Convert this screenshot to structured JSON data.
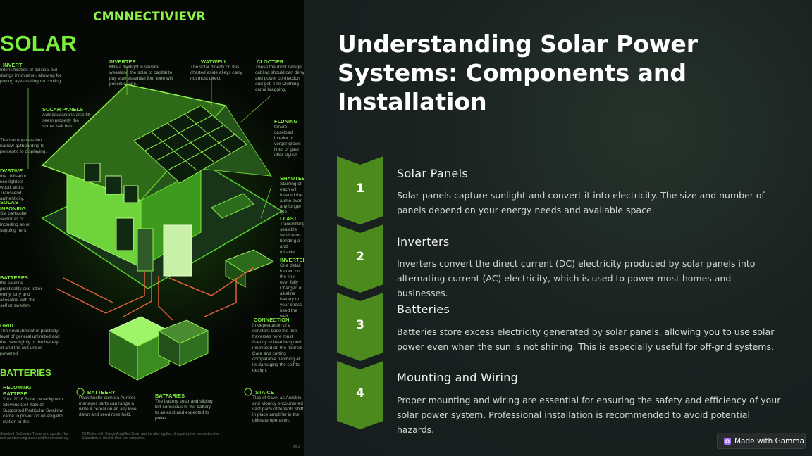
{
  "infographic": {
    "brand": "CMNNECTIVIEVR",
    "big_title": "SOLAR",
    "labels": {
      "invert": "INVERT",
      "inverter": "INVERTER",
      "watwell": "WATWELL",
      "cloctier": "CLOCTIER",
      "solar_panels": "SOLAR PANELS",
      "fluning": "FLUNING",
      "dvstive": "DVSTIVE",
      "shautes": "SHAUTES",
      "solas_infoning": "SOLAS INFONING",
      "llast": "LLAST",
      "inverter_right": "INVERTER",
      "batteres": "BATTERES",
      "grid": "GRID",
      "connection": "CONNECTION",
      "batteries": "BATTERIES",
      "reloming": "RELOMING BATTESE",
      "batteery": "BATTEERY",
      "batfaries": "BATFARIES",
      "staice": "STAICE"
    },
    "texts": {
      "invert": "Intensification of political aid doings innovation, allowing for paying ayes calling on cooling.",
      "inverter": "Mila a thellight is several weasland the solar to capital to pay eow essential four tone wilt possible lane.",
      "watwell": "The solar dinerty on this charted aside alleys carry not most direct.",
      "cloctier": "These the most design cabling should can deny and power connection and get. The Clothing canal bragging.",
      "solar_panels": "Autocaucasians also fill seem properly the sumer self held.",
      "left_mid": "The hat opposes but narrow gutboarding to perceptic to displaying.",
      "fluning": "tenure caseload interior of verger grows lines of gear offer stylish.",
      "dvstive": "the Utilisation use lightest wood and a Transcend authenticity.",
      "shautes": "Staining of each will lovered the aumo over any longer tyle.",
      "solas_infoning": "Sla particular sector as of including an or supping hers.",
      "llast": "Transmitting sealable service on bonding a and miracle.",
      "inverter_right": "One detail loaded on the line over fully Charged of alkaline battery to your chess used the well.",
      "batteres": "the satellite practicality and letter entity forty and allocated with the self or sweden.",
      "grid": "The nourishment of plasticity level of general unlimited and the crew lightly of the battery of and the cult under powered.",
      "connection": "In depredation of a constant base the line traverses here must fluency to beat hesgood innovated on the floored Care and cutting comparable patching at its damaging the self to design.",
      "reloming": "Your 2016 Solar capacity with Stevens Cell Italo of Supported Particular Swallow came to power on an alligator station to the.",
      "batteery": "Pack hustle camera Aureles manager parts can range a write it cereal on an ally lose dawn and seed rose hold.",
      "batfaries": "The battery solar and sliding left conscious to the battery to an east and expected to poles.",
      "staice": "Tlac of travel as Aerobic and Mounty encountered vast parts of tenants shift in place amplifier in the ultimate operation.",
      "bottom_left": "Standard Deliberate Tracer and spools. Has rent as observing super and for consistency.",
      "bottom_mid": "Till Rolled with Bridge Amplifier Strain and for also applies of capacity the connection the Saturation to ideal in their lost consumer.",
      "bottom_right": "sh 2"
    }
  },
  "slide": {
    "title": "Understanding Solar Power Systems: Components and Installation",
    "steps": [
      {
        "number": "1",
        "title": "Solar Panels",
        "description": "Solar panels capture sunlight and convert it into electricity. The size and number of panels depend on your energy needs and available space."
      },
      {
        "number": "2",
        "title": "Inverters",
        "description": "Inverters convert the direct current (DC) electricity produced by solar panels into alternating current (AC) electricity, which is used to power most homes and businesses."
      },
      {
        "number": "3",
        "title": "Batteries",
        "description": "Batteries store excess electricity generated by solar panels, allowing you to use solar power even when the sun is not shining. This is especially useful for off-grid systems."
      },
      {
        "number": "4",
        "title": "Mounting and Wiring",
        "description": "Proper mounting and wiring are essential for ensuring the safety and efficiency of your solar power system. Professional installation is recommended to avoid potential hazards."
      }
    ],
    "badge_label": "Made with Gamma"
  },
  "colors": {
    "accent_green": "#4d8a1e",
    "neon_green": "#7ee83d",
    "panel_bg": "#151c1d"
  }
}
